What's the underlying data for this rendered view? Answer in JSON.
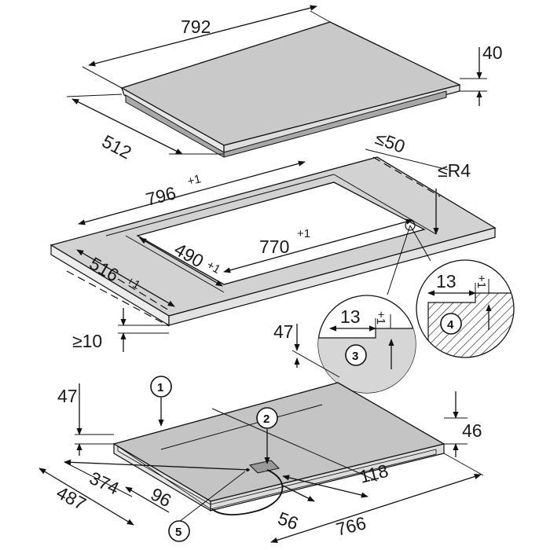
{
  "diagram": {
    "hob": {
      "width": "792",
      "depth": "512",
      "thickness": "40",
      "edge_clearance": "≤50"
    },
    "cutout": {
      "outer_width": "796",
      "outer_width_tol": "+1",
      "outer_depth": "516",
      "outer_depth_tol": "+1",
      "inner_width": "770",
      "inner_width_tol": "+1",
      "inner_depth": "490",
      "inner_depth_tol": "+1",
      "corner_radius": "≤R4",
      "min_front_distance": "≥10"
    },
    "details": {
      "detail3_value": "13",
      "detail3_tol": "+1",
      "detail4_value": "13",
      "detail4_tol": "+1"
    },
    "underside": {
      "left_height": "47",
      "top_height": "47",
      "right_height": "46",
      "offset_374": "374",
      "depth_487": "487",
      "offset_96": "96",
      "offset_56": "56",
      "offset_118": "118",
      "width_766": "766"
    },
    "callouts": {
      "c1": "1",
      "c2": "2",
      "c3": "3",
      "c4": "4",
      "c5": "5"
    }
  }
}
